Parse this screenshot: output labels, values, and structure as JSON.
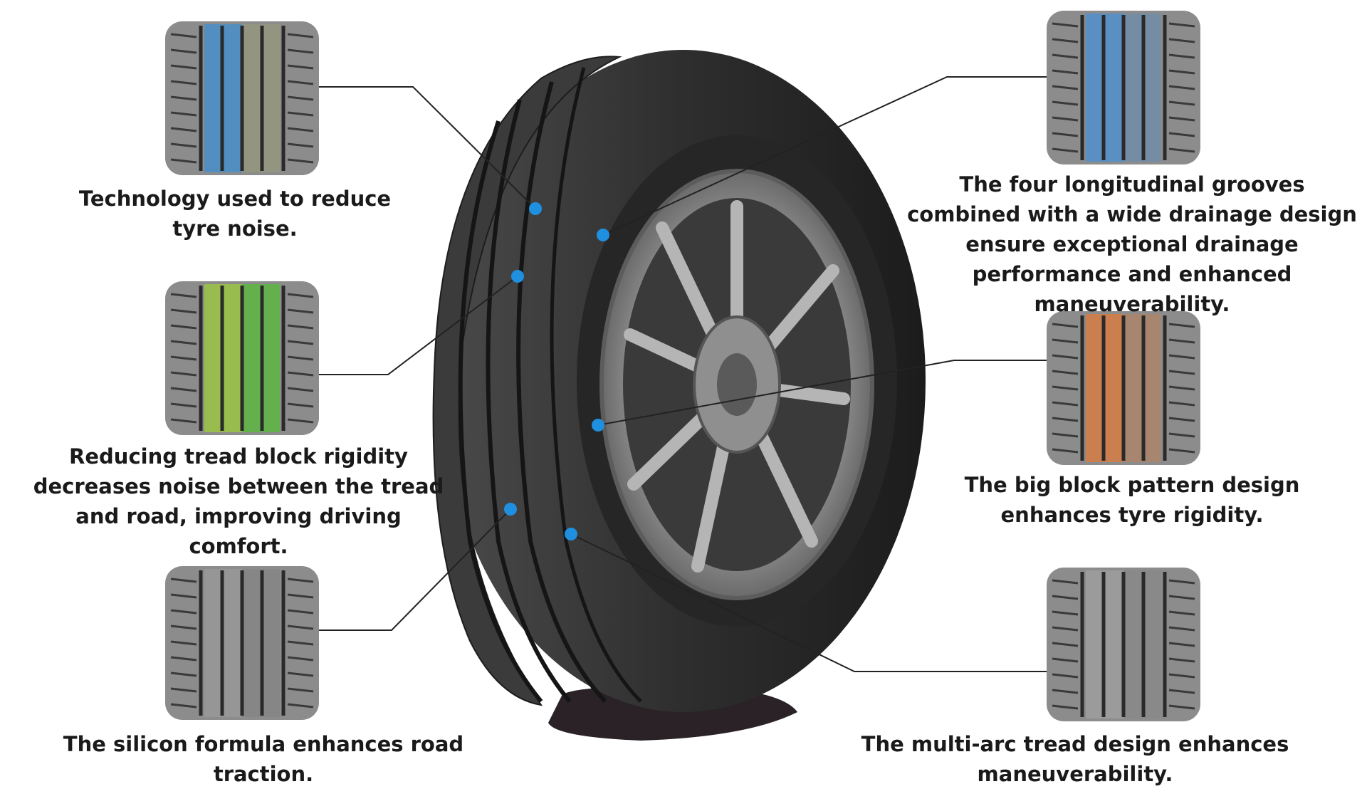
{
  "features": [
    {
      "caption": "Technology used to reduce tyre noise.",
      "tint": "#3f8fd0",
      "tint2": "#c89a4e"
    },
    {
      "caption": "Reducing tread block rigidity decreases noise between the tread and road, improving driving comfort.",
      "tint": "#9ccc3a",
      "tint2": "#3aa64a"
    },
    {
      "caption": "The silicon formula enhances road traction.",
      "tint": "#9a9a9a",
      "tint2": "#7a7a7a"
    },
    {
      "caption": "The four longitudinal grooves combined with a wide drainage design ensure exceptional drainage performance and enhanced maneuverability.",
      "tint": "#4a90d6",
      "tint2": "#8a8a8a"
    },
    {
      "caption": "The big block pattern design enhances tyre rigidity.",
      "tint": "#e07a3a",
      "tint2": "#8a8a8a"
    },
    {
      "caption": "The multi-arc tread design enhances maneuverability.",
      "tint": "#a0a0a0",
      "tint2": "#7a7a7a"
    }
  ],
  "colors": {
    "marker": "#1f8fe0",
    "leader_line": "#222222",
    "tyre": "#2b2b2b",
    "rim": "#9b9b9b",
    "caption_text": "#1a1a1a"
  }
}
